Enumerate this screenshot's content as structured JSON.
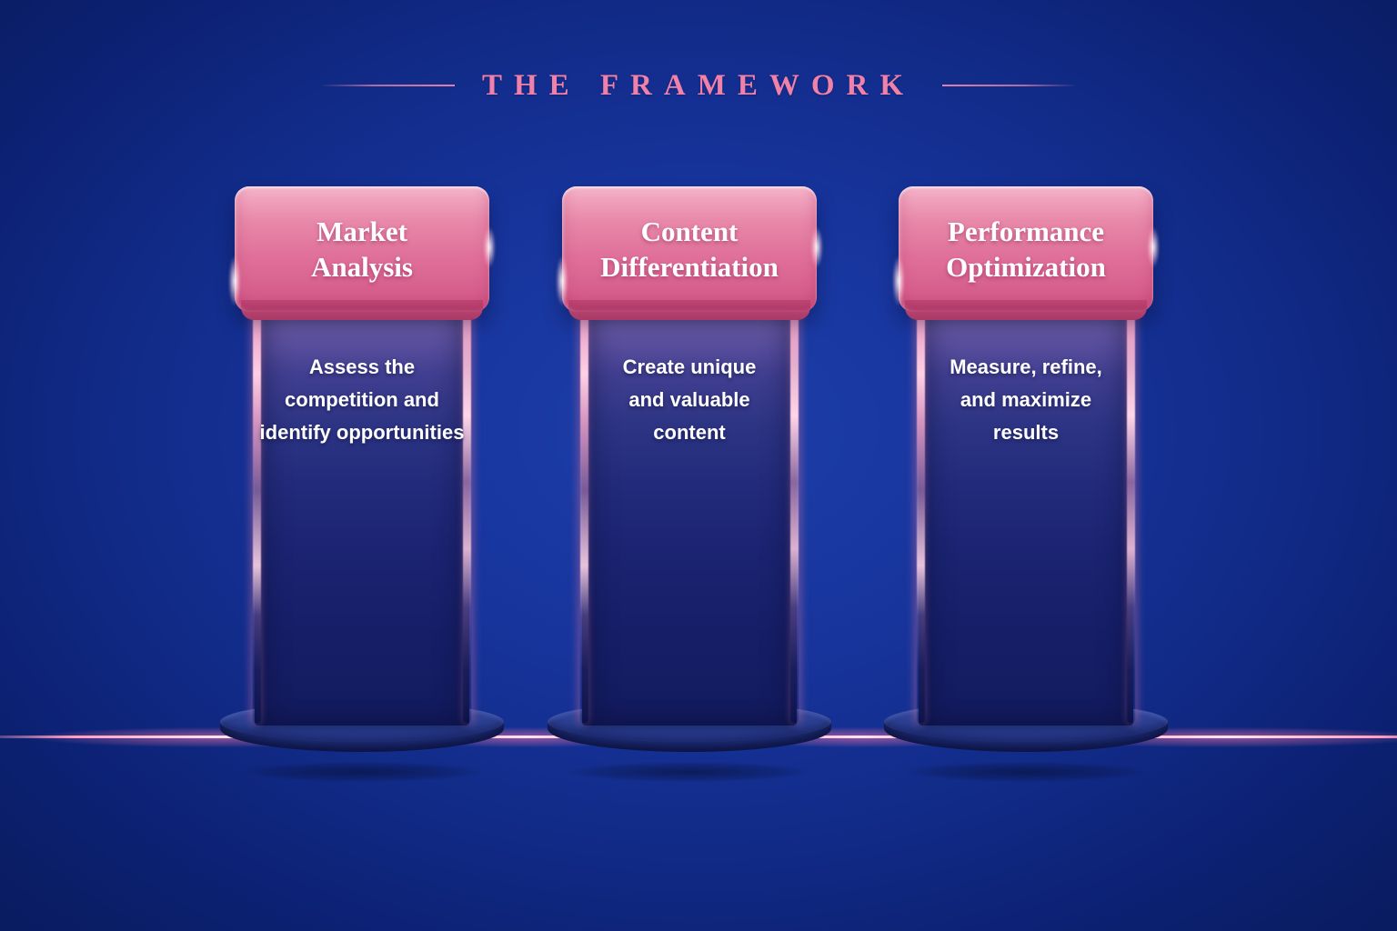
{
  "title": {
    "text": "THE FRAMEWORK"
  },
  "pillars": [
    {
      "heading": "Market\nAnalysis",
      "description": "Assess the\ncompetition and\nidentify opportunities"
    },
    {
      "heading": "Content\nDifferentiation",
      "description": "Create unique\nand valuable\ncontent"
    },
    {
      "heading": "Performance\nOptimization",
      "description": "Measure, refine,\nand maximize\nresults"
    }
  ],
  "colors": {
    "background_center": "#1d3ea9",
    "background_edge": "#081a5a",
    "title_pink": "#ee82aa",
    "card_pink_top": "#f7bacd",
    "card_pink_bottom": "#d25a88",
    "card_lip_pink": "#a93a66",
    "column_top_purple": "#7a6ab2",
    "column_bottom_blue": "#131b5e",
    "podium_blue": "#2c4094",
    "glow_pink": "#ff9fc1",
    "text_white": "#ffffff"
  }
}
